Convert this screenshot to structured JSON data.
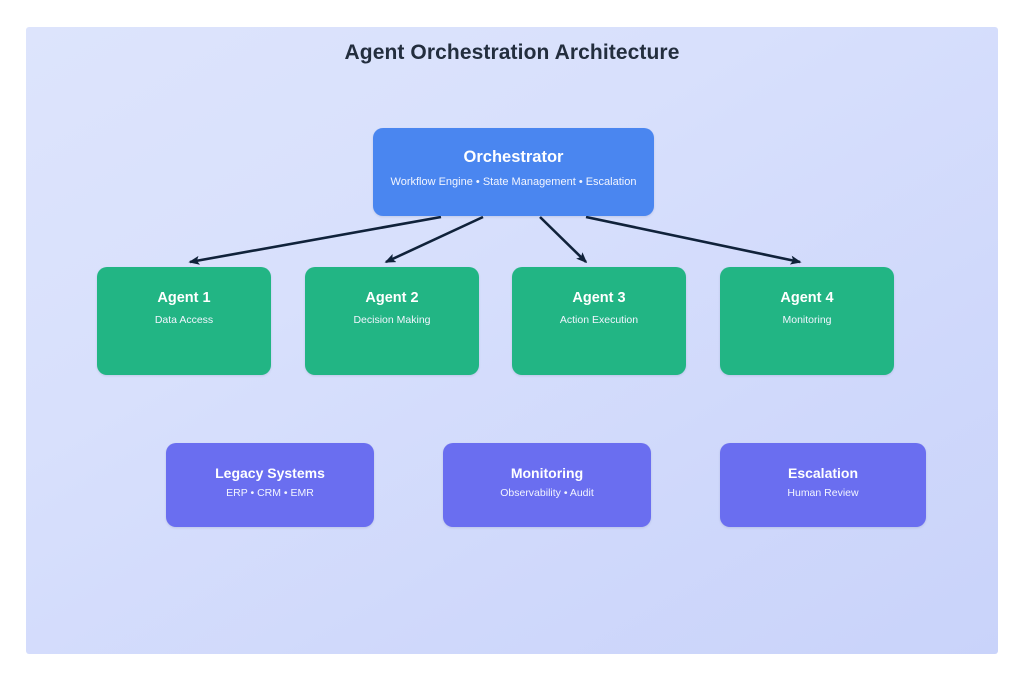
{
  "diagram": {
    "title": "Agent Orchestration Architecture",
    "background_color": "#d6deFB",
    "orchestrator": {
      "title": "Orchestrator",
      "subtitle": "Workflow Engine • State Management • Escalation",
      "color": "#4a86f0"
    },
    "agents": [
      {
        "title": "Agent 1",
        "subtitle": "Data Access",
        "color": "#22b584"
      },
      {
        "title": "Agent 2",
        "subtitle": "Decision Making",
        "color": "#22b584"
      },
      {
        "title": "Agent 3",
        "subtitle": "Action Execution",
        "color": "#22b584"
      },
      {
        "title": "Agent 4",
        "subtitle": "Monitoring",
        "color": "#22b584"
      }
    ],
    "support": [
      {
        "title": "Legacy Systems",
        "subtitle": "ERP • CRM • EMR",
        "color": "#6a6ef0"
      },
      {
        "title": "Monitoring",
        "subtitle": "Observability • Audit",
        "color": "#6a6ef0"
      },
      {
        "title": "Escalation",
        "subtitle": "Human Review",
        "color": "#6a6ef0"
      }
    ],
    "connectors": {
      "color": "#10223a",
      "edges": [
        {
          "from": "Orchestrator",
          "to": "Agent 1"
        },
        {
          "from": "Orchestrator",
          "to": "Agent 2"
        },
        {
          "from": "Orchestrator",
          "to": "Agent 3"
        },
        {
          "from": "Orchestrator",
          "to": "Agent 4"
        }
      ]
    }
  }
}
